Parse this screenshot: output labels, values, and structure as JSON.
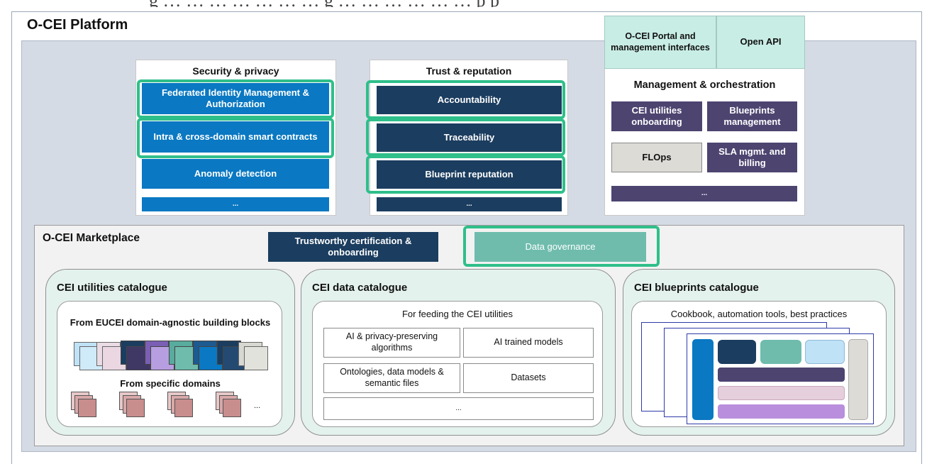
{
  "platform": {
    "title": "O-CEI Platform"
  },
  "top_cut_text": "g … … … … … … … g … … … … … … p p",
  "security": {
    "title": "Security & privacy",
    "items": [
      "Federated Identity Management & Authorization",
      "Intra & cross-domain smart contracts",
      "Anomaly detection",
      "..."
    ]
  },
  "trust": {
    "title": "Trust & reputation",
    "items": [
      "Accountability",
      "Traceability",
      "Blueprint reputation",
      "..."
    ]
  },
  "portal": {
    "label": "O-CEI Portal and management interfaces"
  },
  "open_api": {
    "label": "Open API"
  },
  "management": {
    "title": "Management & orchestration",
    "items": [
      "CEI utilities onboarding",
      "Blueprints management",
      "FLOps",
      "SLA mgmt. and billing",
      "..."
    ]
  },
  "marketplace": {
    "title": "O-CEI Marketplace",
    "certification": "Trustworthy certification & onboarding",
    "data_governance": "Data governance"
  },
  "utilities_catalogue": {
    "title": "CEI utilities catalogue",
    "agnostic": "From EUCEI domain-agnostic building blocks",
    "specific": "From specific domains",
    "ellipsis": "..."
  },
  "data_catalogue": {
    "title": "CEI data catalogue",
    "subtitle": "For feeding the CEI utilities",
    "cells": [
      "AI & privacy-preserving algorithms",
      "AI trained models",
      "Ontologies, data models & semantic files",
      "Datasets",
      "..."
    ]
  },
  "blueprints_catalogue": {
    "title": "CEI blueprints catalogue",
    "subtitle": "Cookbook, automation tools, best practices"
  },
  "colors": {
    "highlight": "#2fbf8a",
    "blue": "#0a78c2",
    "navy": "#1b3d5f",
    "purple": "#4d4470",
    "teal": "#6fbcad",
    "platform_bg": "#d5dbe5"
  }
}
